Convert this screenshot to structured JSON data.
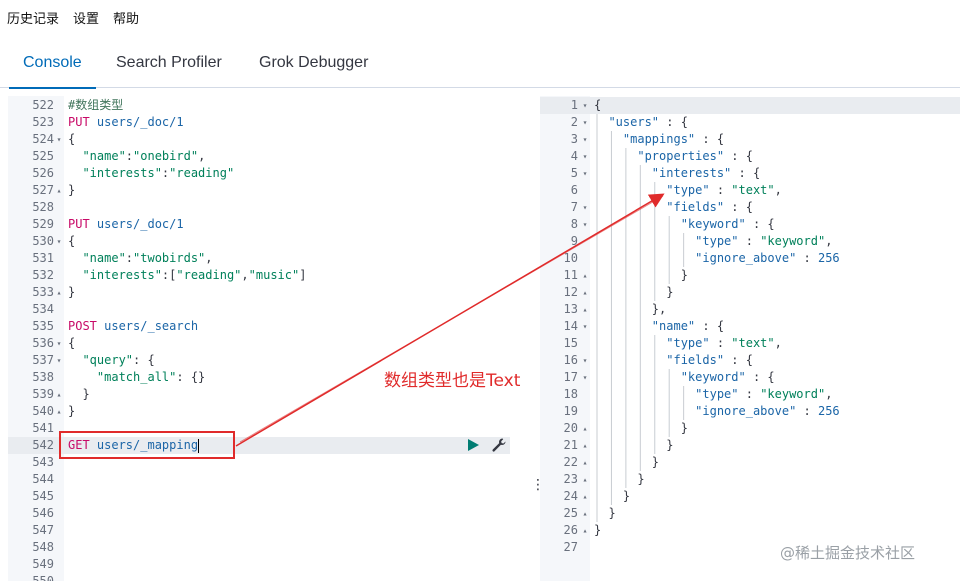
{
  "menu": [
    "历史记录",
    "设置",
    "帮助"
  ],
  "tabs": [
    {
      "label": "Console",
      "active": true
    },
    {
      "label": "Search Profiler",
      "active": false
    },
    {
      "label": "Grok Debugger",
      "active": false
    }
  ],
  "editor": {
    "lines": [
      {
        "n": "522",
        "fold": "",
        "segs": [
          {
            "c": "comment",
            "t": "#数组类型"
          }
        ]
      },
      {
        "n": "523",
        "fold": "",
        "segs": [
          {
            "c": "kw",
            "t": "PUT"
          },
          {
            "c": "path",
            "t": " users/_doc/1"
          }
        ]
      },
      {
        "n": "524",
        "fold": "▾",
        "segs": [
          {
            "c": "punc",
            "t": "{"
          }
        ]
      },
      {
        "n": "525",
        "fold": "",
        "segs": [
          {
            "c": "str",
            "t": "  \"name\""
          },
          {
            "c": "punc",
            "t": ":"
          },
          {
            "c": "str",
            "t": "\"onebird\""
          },
          {
            "c": "punc",
            "t": ","
          }
        ]
      },
      {
        "n": "526",
        "fold": "",
        "segs": [
          {
            "c": "str",
            "t": "  \"interests\""
          },
          {
            "c": "punc",
            "t": ":"
          },
          {
            "c": "str",
            "t": "\"reading\""
          }
        ]
      },
      {
        "n": "527",
        "fold": "▴",
        "segs": [
          {
            "c": "punc",
            "t": "}"
          }
        ]
      },
      {
        "n": "528",
        "fold": "",
        "segs": []
      },
      {
        "n": "529",
        "fold": "",
        "segs": [
          {
            "c": "kw",
            "t": "PUT"
          },
          {
            "c": "path",
            "t": " users/_doc/1"
          }
        ]
      },
      {
        "n": "530",
        "fold": "▾",
        "segs": [
          {
            "c": "punc",
            "t": "{"
          }
        ]
      },
      {
        "n": "531",
        "fold": "",
        "segs": [
          {
            "c": "str",
            "t": "  \"name\""
          },
          {
            "c": "punc",
            "t": ":"
          },
          {
            "c": "str",
            "t": "\"twobirds\""
          },
          {
            "c": "punc",
            "t": ","
          }
        ]
      },
      {
        "n": "532",
        "fold": "",
        "segs": [
          {
            "c": "str",
            "t": "  \"interests\""
          },
          {
            "c": "punc",
            "t": ":["
          },
          {
            "c": "str",
            "t": "\"reading\""
          },
          {
            "c": "punc",
            "t": ","
          },
          {
            "c": "str",
            "t": "\"music\""
          },
          {
            "c": "punc",
            "t": "]"
          }
        ]
      },
      {
        "n": "533",
        "fold": "▴",
        "segs": [
          {
            "c": "punc",
            "t": "}"
          }
        ]
      },
      {
        "n": "534",
        "fold": "",
        "segs": []
      },
      {
        "n": "535",
        "fold": "",
        "segs": [
          {
            "c": "kw",
            "t": "POST"
          },
          {
            "c": "path",
            "t": " users/_search"
          }
        ]
      },
      {
        "n": "536",
        "fold": "▾",
        "segs": [
          {
            "c": "punc",
            "t": "{"
          }
        ]
      },
      {
        "n": "537",
        "fold": "▾",
        "segs": [
          {
            "c": "str",
            "t": "  \"query\""
          },
          {
            "c": "punc",
            "t": ": {"
          }
        ]
      },
      {
        "n": "538",
        "fold": "",
        "segs": [
          {
            "c": "str",
            "t": "    \"match_all\""
          },
          {
            "c": "punc",
            "t": ": {}"
          }
        ]
      },
      {
        "n": "539",
        "fold": "▴",
        "segs": [
          {
            "c": "punc",
            "t": "  }"
          }
        ]
      },
      {
        "n": "540",
        "fold": "▴",
        "segs": [
          {
            "c": "punc",
            "t": "}"
          }
        ]
      },
      {
        "n": "541",
        "fold": "",
        "segs": []
      },
      {
        "n": "542",
        "fold": "",
        "active": true,
        "segs": [
          {
            "c": "kw",
            "t": "GET"
          },
          {
            "c": "path",
            "t": " users/_mapping"
          }
        ]
      },
      {
        "n": "543",
        "fold": "",
        "segs": []
      },
      {
        "n": "544",
        "fold": "",
        "segs": []
      },
      {
        "n": "545",
        "fold": "",
        "segs": []
      },
      {
        "n": "546",
        "fold": "",
        "segs": []
      },
      {
        "n": "547",
        "fold": "",
        "segs": []
      },
      {
        "n": "548",
        "fold": "",
        "segs": []
      },
      {
        "n": "549",
        "fold": "",
        "segs": []
      },
      {
        "n": "550",
        "fold": "",
        "segs": []
      }
    ]
  },
  "output": {
    "lines": [
      {
        "n": "1",
        "fold": "▾",
        "segs": [
          {
            "c": "punc",
            "t": "{"
          }
        ]
      },
      {
        "n": "2",
        "fold": "▾",
        "segs": [
          {
            "c": "key",
            "t": "  \"users\""
          },
          {
            "c": "punc",
            "t": " : {"
          }
        ]
      },
      {
        "n": "3",
        "fold": "▾",
        "segs": [
          {
            "c": "key",
            "t": "    \"mappings\""
          },
          {
            "c": "punc",
            "t": " : {"
          }
        ]
      },
      {
        "n": "4",
        "fold": "▾",
        "segs": [
          {
            "c": "key",
            "t": "      \"properties\""
          },
          {
            "c": "punc",
            "t": " : {"
          }
        ]
      },
      {
        "n": "5",
        "fold": "▾",
        "segs": [
          {
            "c": "key",
            "t": "        \"interests\""
          },
          {
            "c": "punc",
            "t": " : {"
          }
        ]
      },
      {
        "n": "6",
        "fold": "",
        "segs": [
          {
            "c": "key",
            "t": "          \"type\""
          },
          {
            "c": "punc",
            "t": " : "
          },
          {
            "c": "sval",
            "t": "\"text\""
          },
          {
            "c": "punc",
            "t": ","
          }
        ]
      },
      {
        "n": "7",
        "fold": "▾",
        "segs": [
          {
            "c": "key",
            "t": "          \"fields\""
          },
          {
            "c": "punc",
            "t": " : {"
          }
        ]
      },
      {
        "n": "8",
        "fold": "▾",
        "segs": [
          {
            "c": "key",
            "t": "            \"keyword\""
          },
          {
            "c": "punc",
            "t": " : {"
          }
        ]
      },
      {
        "n": "9",
        "fold": "",
        "segs": [
          {
            "c": "key",
            "t": "              \"type\""
          },
          {
            "c": "punc",
            "t": " : "
          },
          {
            "c": "sval",
            "t": "\"keyword\""
          },
          {
            "c": "punc",
            "t": ","
          }
        ]
      },
      {
        "n": "10",
        "fold": "",
        "segs": [
          {
            "c": "key",
            "t": "              \"ignore_above\""
          },
          {
            "c": "punc",
            "t": " : "
          },
          {
            "c": "nval",
            "t": "256"
          }
        ]
      },
      {
        "n": "11",
        "fold": "▴",
        "segs": [
          {
            "c": "punc",
            "t": "            }"
          }
        ]
      },
      {
        "n": "12",
        "fold": "▴",
        "segs": [
          {
            "c": "punc",
            "t": "          }"
          }
        ]
      },
      {
        "n": "13",
        "fold": "▴",
        "segs": [
          {
            "c": "punc",
            "t": "        },"
          }
        ]
      },
      {
        "n": "14",
        "fold": "▾",
        "segs": [
          {
            "c": "key",
            "t": "        \"name\""
          },
          {
            "c": "punc",
            "t": " : {"
          }
        ]
      },
      {
        "n": "15",
        "fold": "",
        "segs": [
          {
            "c": "key",
            "t": "          \"type\""
          },
          {
            "c": "punc",
            "t": " : "
          },
          {
            "c": "sval",
            "t": "\"text\""
          },
          {
            "c": "punc",
            "t": ","
          }
        ]
      },
      {
        "n": "16",
        "fold": "▾",
        "segs": [
          {
            "c": "key",
            "t": "          \"fields\""
          },
          {
            "c": "punc",
            "t": " : {"
          }
        ]
      },
      {
        "n": "17",
        "fold": "▾",
        "segs": [
          {
            "c": "key",
            "t": "            \"keyword\""
          },
          {
            "c": "punc",
            "t": " : {"
          }
        ]
      },
      {
        "n": "18",
        "fold": "",
        "segs": [
          {
            "c": "key",
            "t": "              \"type\""
          },
          {
            "c": "punc",
            "t": " : "
          },
          {
            "c": "sval",
            "t": "\"keyword\""
          },
          {
            "c": "punc",
            "t": ","
          }
        ]
      },
      {
        "n": "19",
        "fold": "",
        "segs": [
          {
            "c": "key",
            "t": "              \"ignore_above\""
          },
          {
            "c": "punc",
            "t": " : "
          },
          {
            "c": "nval",
            "t": "256"
          }
        ]
      },
      {
        "n": "20",
        "fold": "▴",
        "segs": [
          {
            "c": "punc",
            "t": "            }"
          }
        ]
      },
      {
        "n": "21",
        "fold": "▴",
        "segs": [
          {
            "c": "punc",
            "t": "          }"
          }
        ]
      },
      {
        "n": "22",
        "fold": "▴",
        "segs": [
          {
            "c": "punc",
            "t": "        }"
          }
        ]
      },
      {
        "n": "23",
        "fold": "▴",
        "segs": [
          {
            "c": "punc",
            "t": "      }"
          }
        ]
      },
      {
        "n": "24",
        "fold": "▴",
        "segs": [
          {
            "c": "punc",
            "t": "    }"
          }
        ]
      },
      {
        "n": "25",
        "fold": "▴",
        "segs": [
          {
            "c": "punc",
            "t": "  }"
          }
        ]
      },
      {
        "n": "26",
        "fold": "▴",
        "segs": [
          {
            "c": "punc",
            "t": "}"
          }
        ]
      },
      {
        "n": "27",
        "fold": "",
        "segs": []
      }
    ]
  },
  "annotation": "数组类型也是Text",
  "watermark": "@稀土掘金技术社区",
  "colors": {
    "accent": "#006bb8",
    "annotation": "#e02b2b",
    "keyword": "#c80a68",
    "string": "#00805a"
  },
  "icons": {
    "run": "play-icon",
    "settings": "wrench-icon"
  }
}
